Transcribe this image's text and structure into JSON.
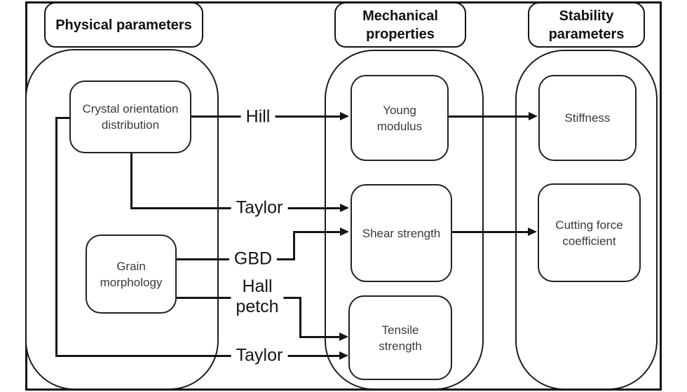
{
  "columns": {
    "physical": {
      "header": "Physical parameters"
    },
    "mechanical": {
      "header": "Mechanical\nproperties"
    },
    "stability": {
      "header": "Stability\nparameters"
    }
  },
  "nodes": {
    "crystal_orientation": {
      "label": "Crystal orientation\ndistribution"
    },
    "grain_morphology": {
      "label": "Grain\nmorphology"
    },
    "young_modulus": {
      "label": "Young\nmodulus"
    },
    "shear_strength": {
      "label": "Shear strength"
    },
    "tensile_strength": {
      "label": "Tensile\nstrength"
    },
    "stiffness": {
      "label": "Stiffness"
    },
    "cutting_force": {
      "label": "Cutting force\ncoefficient"
    }
  },
  "edge_labels": {
    "hill": {
      "label": "Hill"
    },
    "taylor_upper": {
      "label": "Taylor"
    },
    "gbd": {
      "label": "GBD"
    },
    "hall_petch": {
      "label": "Hall\npetch"
    },
    "taylor_lower": {
      "label": "Taylor"
    }
  },
  "colors": {
    "line": "#141414",
    "header_text": "#111111",
    "node_text": "#3a3a3a",
    "background": "#ffffff"
  }
}
